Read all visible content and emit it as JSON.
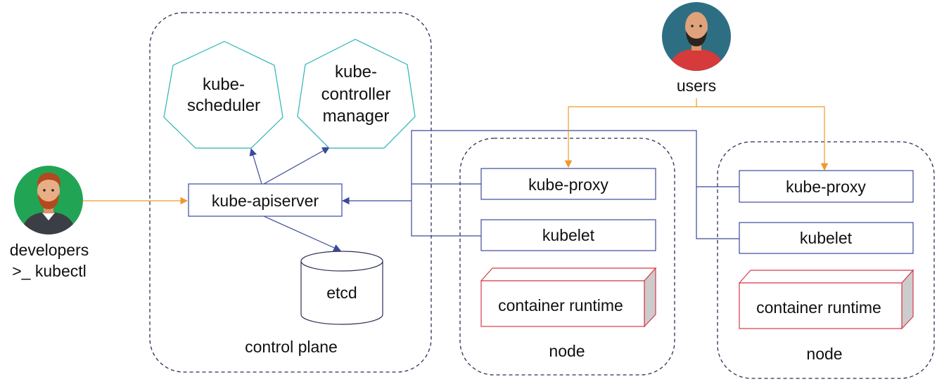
{
  "control_plane": {
    "label": "control plane",
    "scheduler": [
      "kube-",
      "scheduler"
    ],
    "controller_manager": [
      "kube-",
      "controller",
      "manager"
    ],
    "apiserver": "kube-apiserver",
    "etcd": "etcd"
  },
  "nodes": [
    {
      "label": "node",
      "proxy": "kube-proxy",
      "kubelet": "kubelet",
      "runtime": "container runtime"
    },
    {
      "label": "node",
      "proxy": "kube-proxy",
      "kubelet": "kubelet",
      "runtime": "container runtime"
    }
  ],
  "actors": {
    "users": "users",
    "developers": "developers",
    "kubectl": ">_ kubectl"
  },
  "colors": {
    "cluster_border": "#2b2f55",
    "component_border": "#3b4aa0",
    "k8s_teal": "#2bb3b3",
    "runtime_red": "#d8394a",
    "arrow_blue": "#3a4a9a",
    "arrow_orange": "#ee9a2a",
    "dev_avatar_bg": "#22a455",
    "user_avatar_bg": "#2e6e82"
  }
}
